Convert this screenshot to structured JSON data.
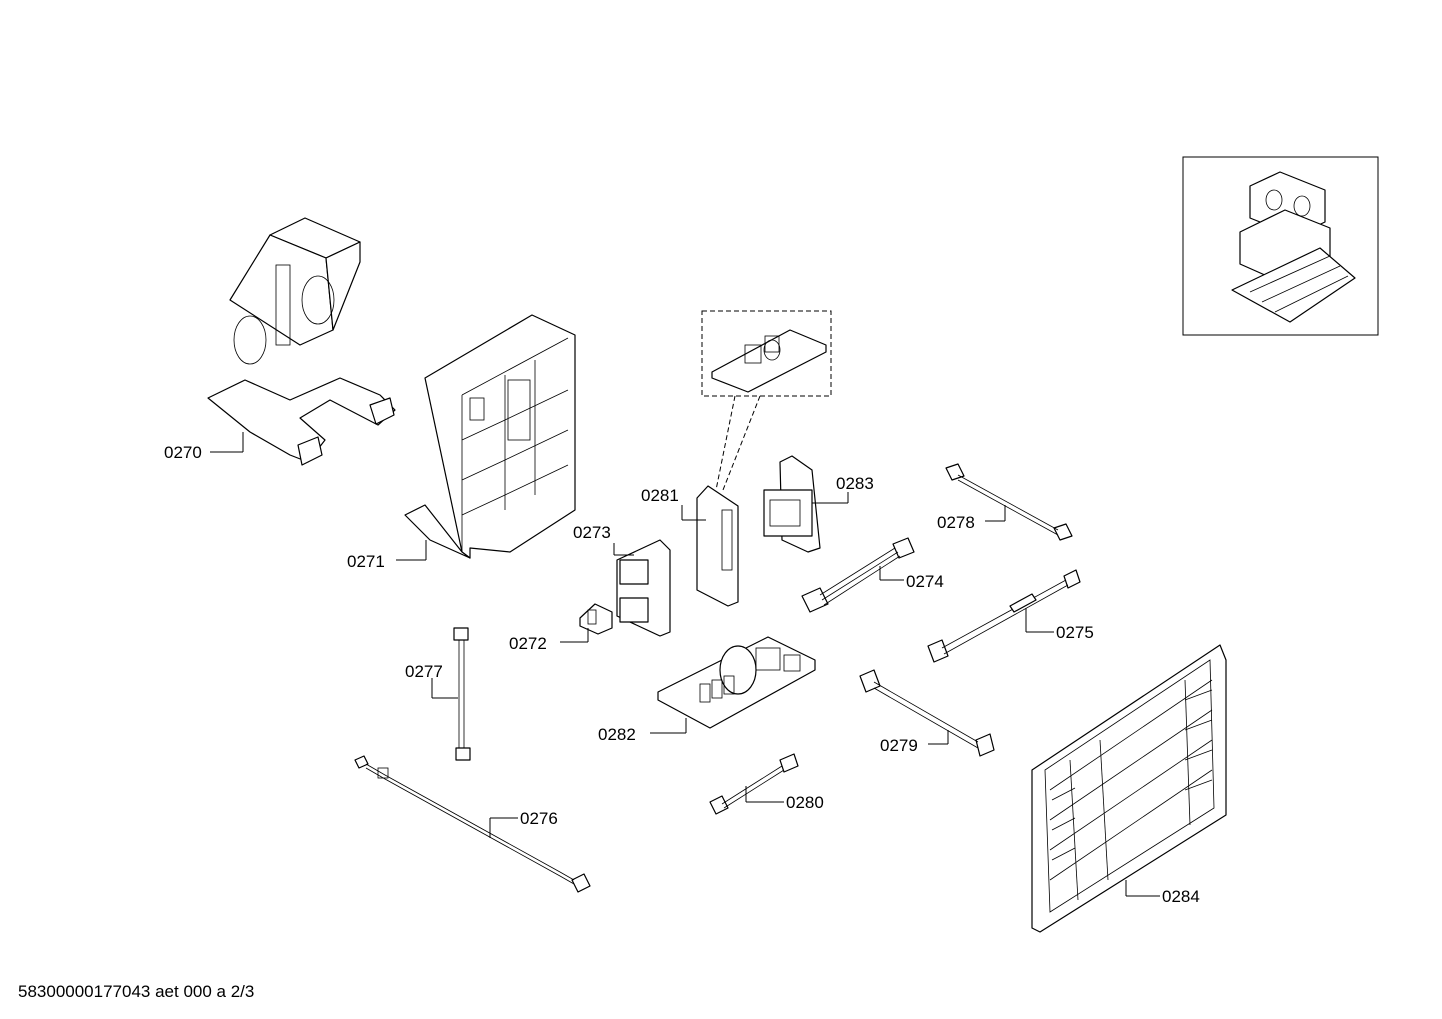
{
  "diagram": {
    "labels": {
      "p0270": "0270",
      "p0271": "0271",
      "p0272": "0272",
      "p0273": "0273",
      "p0274": "0274",
      "p0275": "0275",
      "p0276": "0276",
      "p0277": "0277",
      "p0278": "0278",
      "p0279": "0279",
      "p0280": "0280",
      "p0281": "0281",
      "p0282": "0282",
      "p0283": "0283",
      "p0284": "0284"
    }
  },
  "footer": {
    "code": "58300000177043 aet 000 a 2/3"
  }
}
